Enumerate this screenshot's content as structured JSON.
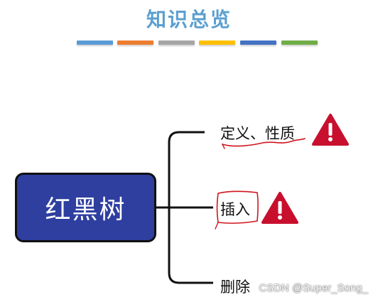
{
  "title": {
    "text": "知识总览",
    "color": "#5a9fd0"
  },
  "color_bars": [
    {
      "color": "#5b9bd5"
    },
    {
      "color": "#ed7d31"
    },
    {
      "color": "#a5a5a5"
    },
    {
      "color": "#ffc000"
    },
    {
      "color": "#4472c4"
    },
    {
      "color": "#70ad47"
    }
  ],
  "mind_map": {
    "root": {
      "label": "红黑树",
      "fill": "#2e3fa0"
    },
    "branches": [
      {
        "label": "定义、性质",
        "warning_icon": "warning-triangle-icon",
        "annotation": "red-underline"
      },
      {
        "label": "插入",
        "warning_icon": "warning-triangle-icon",
        "annotation": "red-box"
      },
      {
        "label": "删除"
      }
    ],
    "warning_color": "#c8102e",
    "annotation_color": "#d0141c"
  },
  "watermark": {
    "text": "CSDN @Super_Song_"
  }
}
